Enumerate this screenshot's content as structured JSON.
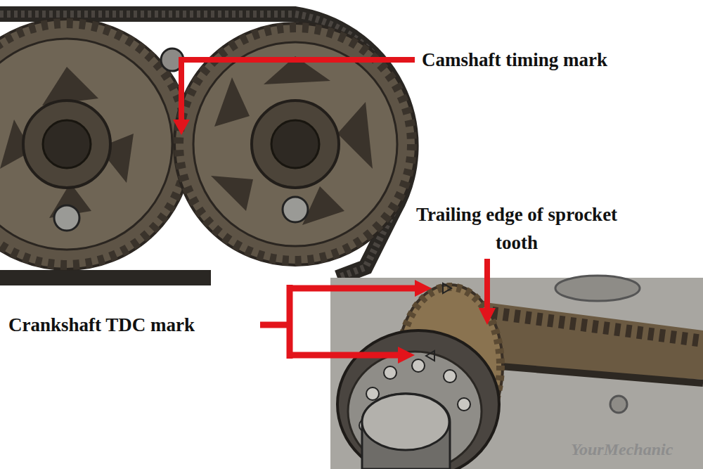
{
  "diagram": {
    "labels": [
      "Camshaft timing mark",
      "Trailing edge of sprocket tooth",
      "Crankshaft TDC mark",
      "YourMechanic"
    ]
  }
}
